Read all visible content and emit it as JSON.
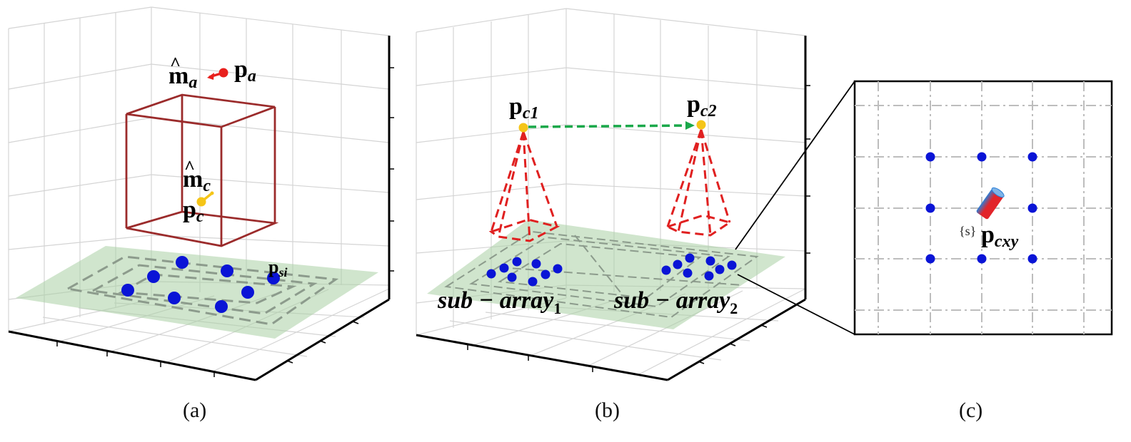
{
  "captions": {
    "a": "(a)",
    "b": "(b)",
    "c": "(c)"
  },
  "panel_a": {
    "label_ma_base": "m",
    "label_ma_hat": "^",
    "label_ma_sub": "a",
    "label_pa_base": "p",
    "label_pa_sub": "a",
    "label_mc_base": "m",
    "label_mc_hat": "^",
    "label_mc_sub": "c",
    "label_pc_base": "p",
    "label_pc_sub": "c",
    "label_psi_base": "p",
    "label_psi_sub": "si"
  },
  "panel_b": {
    "label_pc1_base": "p",
    "label_pc1_sub": "c1",
    "label_pc2_base": "p",
    "label_pc2_sub": "c2",
    "label_sub1_main": "sub − array",
    "label_sub1_sub": "1",
    "label_sub2_main": "sub − array",
    "label_sub2_sub": "2"
  },
  "panel_c": {
    "label_frame": "{s}",
    "label_pcxy_base": "p",
    "label_pcxy_sub": "cxy"
  },
  "colors": {
    "element_dot": "#0a14d6",
    "box_edge": "#9b2b2b",
    "plane_fill": "#a9cfa4",
    "point_red": "#e8201d",
    "point_yellow": "#f5c518",
    "arrow_green": "#1aa84a",
    "cone_red": "#e02020",
    "axis": "#000000",
    "grid": "#cfcfcf"
  }
}
